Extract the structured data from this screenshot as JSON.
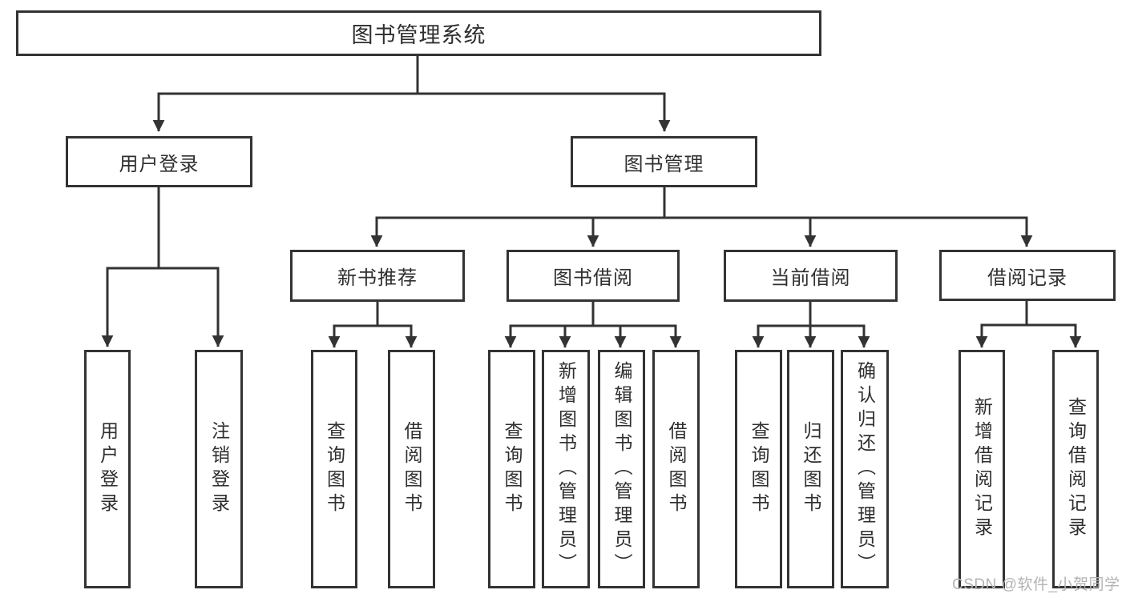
{
  "tree": {
    "root": "图书管理系统",
    "branches": [
      {
        "label": "用户登录",
        "children": [
          "用户登录",
          "注销登录"
        ]
      },
      {
        "label": "图书管理",
        "groups": [
          {
            "label": "新书推荐",
            "children": [
              "查询图书",
              "借阅图书"
            ]
          },
          {
            "label": "图书借阅",
            "children": [
              "查询图书",
              "新增图书（管理员）",
              "编辑图书（管理员）",
              "借阅图书"
            ]
          },
          {
            "label": "当前借阅",
            "children": [
              "查询图书",
              "归还图书",
              "确认归还（管理员）"
            ]
          },
          {
            "label": "借阅记录",
            "children": [
              "新增借阅记录",
              "查询借阅记录"
            ]
          }
        ]
      }
    ]
  },
  "watermark": "CSDN @软件_小贺同学",
  "colors": {
    "line": "#333333",
    "text": "#2f2f2f",
    "box_background": "#ffffff",
    "watermark": "#b3b3b3",
    "page_background": "#ffffff"
  }
}
